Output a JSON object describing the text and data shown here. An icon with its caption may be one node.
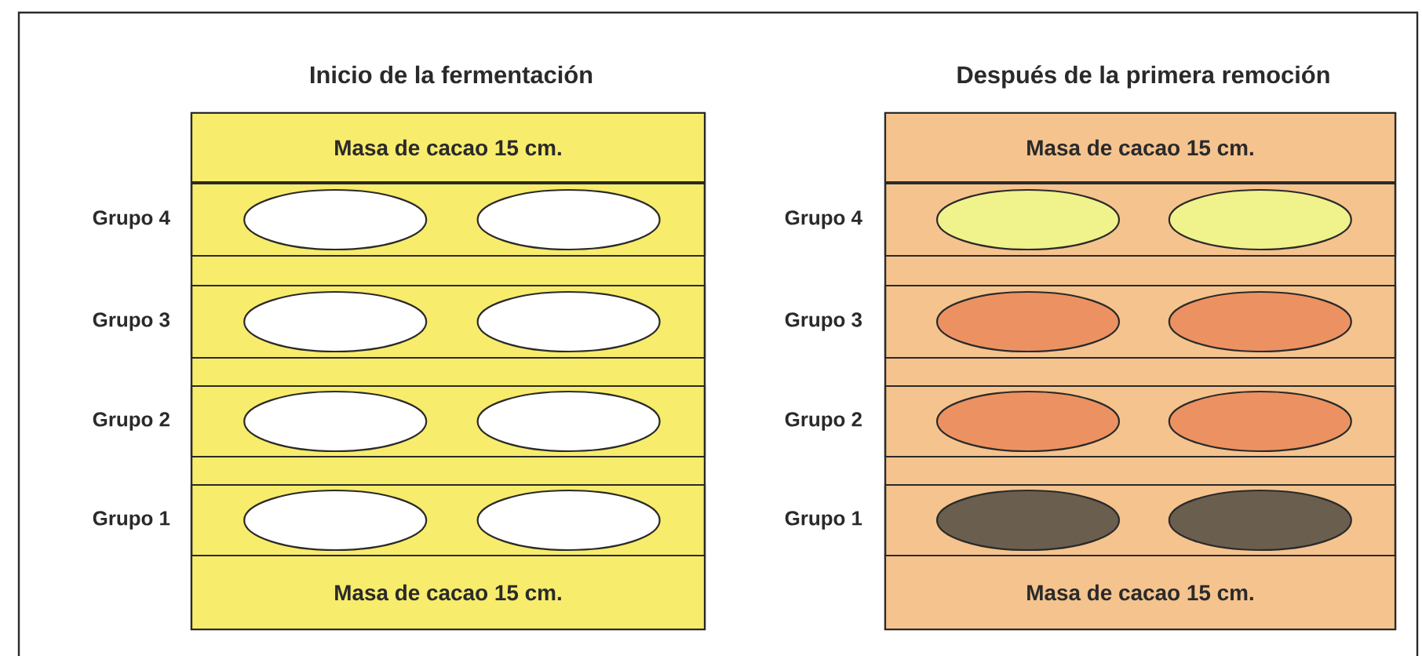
{
  "diagram": {
    "nodes": [
      {
        "text": [
          "Inicio de la fermentación"
        ]
      },
      {
        "text": [
          "Masa de cacao 15 cm."
        ],
        "in": 0
      },
      {
        "text": [
          "Grupo 4"
        ],
        "in": 0
      },
      {
        "text": [],
        "shape": "ellipse",
        "in": 2
      },
      {
        "text": [],
        "shape": "ellipse",
        "in": 2
      },
      {
        "text": [
          "Grupo 3"
        ],
        "in": 0
      },
      {
        "text": [],
        "shape": "ellipse",
        "in": 5
      },
      {
        "text": [],
        "shape": "ellipse",
        "in": 5
      },
      {
        "text": [
          "Grupo 2"
        ],
        "in": 0
      },
      {
        "text": [],
        "shape": "ellipse",
        "in": 8
      },
      {
        "text": [],
        "shape": "ellipse",
        "in": 8
      },
      {
        "text": [
          "Grupo 1"
        ],
        "in": 0
      },
      {
        "text": [],
        "shape": "ellipse",
        "in": 11
      },
      {
        "text": [],
        "shape": "ellipse",
        "in": 11
      },
      {
        "text": [
          "Masa de cacao 15 cm."
        ],
        "in": 0
      },
      {
        "text": [
          "Después de la primera remoción"
        ]
      },
      {
        "text": [
          "Masa de cacao 15 cm."
        ],
        "in": 15
      },
      {
        "text": [
          "Grupo 4"
        ],
        "in": 15
      },
      {
        "text": [],
        "shape": "ellipse",
        "in": 17
      },
      {
        "text": [],
        "shape": "ellipse",
        "in": 17
      },
      {
        "text": [
          "Grupo 3"
        ],
        "in": 15
      },
      {
        "text": [],
        "shape": "ellipse",
        "in": 20
      },
      {
        "text": [],
        "shape": "ellipse",
        "in": 20
      },
      {
        "text": [
          "Grupo 2"
        ],
        "in": 15
      },
      {
        "text": [],
        "shape": "ellipse",
        "in": 23
      },
      {
        "text": [],
        "shape": "ellipse",
        "in": 23
      },
      {
        "text": [
          "Grupo 1"
        ],
        "in": 15
      },
      {
        "text": [],
        "shape": "ellipse",
        "in": 26
      },
      {
        "text": [],
        "shape": "ellipse",
        "in": 26
      },
      {
        "text": [
          "Masa de cacao 15 cm."
        ],
        "in": 15
      }
    ]
  }
}
